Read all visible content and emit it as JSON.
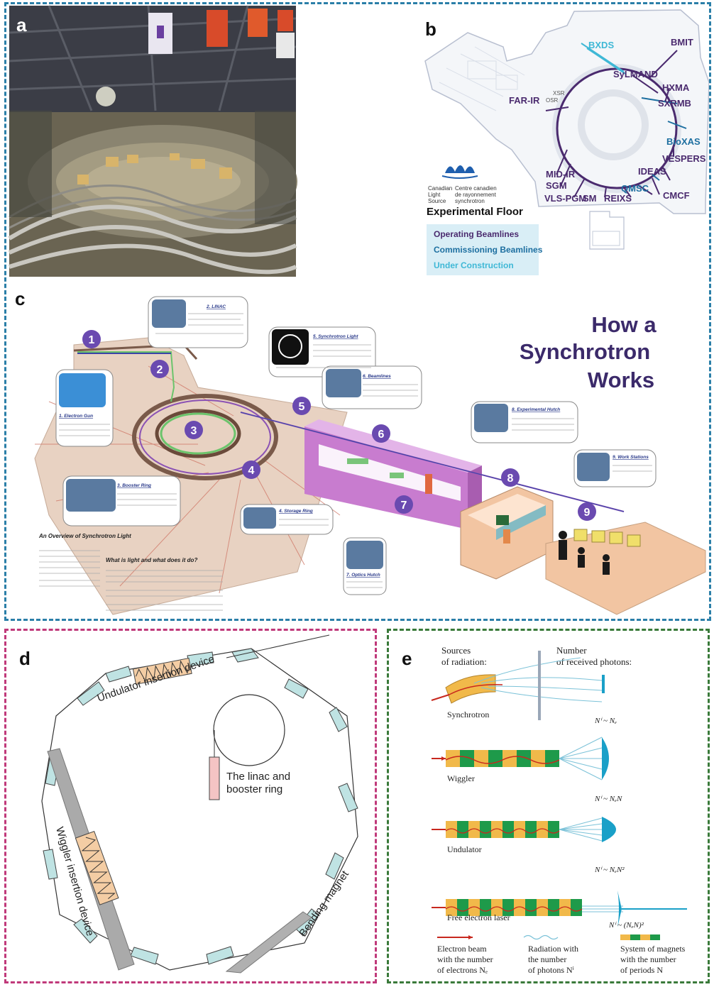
{
  "panels": {
    "a": "a",
    "b": "b",
    "c": "c",
    "d": "d",
    "e": "e"
  },
  "b": {
    "beamlines": [
      "BXDS",
      "BMIT",
      "SyLMAND",
      "HXMA",
      "SXRMB",
      "BioXAS",
      "VESPERS",
      "IDEAS",
      "CMCF",
      "QMSC",
      "REIXS",
      "SM",
      "VLS-PGM",
      "SGM",
      "MID-IR",
      "FAR-IR"
    ],
    "small_labels": [
      "XSR",
      "OSR"
    ],
    "logo_text_en": [
      "Canadian",
      "Light",
      "Source"
    ],
    "logo_text_fr": [
      "Centre canadien",
      "de rayonnement",
      "synchrotron"
    ],
    "floor_title": "Experimental Floor",
    "legend": [
      "Operating Beamlines",
      "Commissioning Beamlines",
      "Under Construction"
    ],
    "colors": {
      "operating": "#4a2a6e",
      "commissioning": "#1d6fa0",
      "construction": "#3fb8d6"
    }
  },
  "c": {
    "title_lines": [
      "How a",
      "Synchrotron",
      "Works"
    ],
    "steps": [
      "1",
      "2",
      "3",
      "4",
      "5",
      "6",
      "7",
      "8",
      "9"
    ],
    "callouts": [
      "2. LINAC",
      "5. Synchrotron Light",
      "6. Beamlines",
      "1. Electron Gun",
      "3. Booster Ring",
      "4. Storage Ring",
      "8. Experimental Hutch",
      "9. Work Stations",
      "7. Optics Hutch"
    ],
    "overview_title": "An Overview of Synchrotron Light",
    "question": "What is light and what does it do?"
  },
  "d": {
    "undulator": "Undulator insertion device",
    "linac": [
      "The linac and",
      "booster ring"
    ],
    "wiggler": "Wiggler insertion device",
    "bending": "Bending magnet"
  },
  "e": {
    "sources": [
      "Sources",
      "of radiation:"
    ],
    "number": [
      "Number",
      "of received photons:"
    ],
    "rows": [
      {
        "name": "Synchrotron",
        "formula": "Nⁱ ~ Nₑ"
      },
      {
        "name": "Wiggler",
        "formula": "Nⁱ ~ NₑN"
      },
      {
        "name": "Undulator",
        "formula": "Nⁱ ~ NₑN²"
      },
      {
        "name": "Free electron laser",
        "formula": "Nⁱ ~ (NₑN)²"
      }
    ],
    "legend": [
      {
        "lines": [
          "Electron beam",
          "with the number",
          "of electrons Nₑ"
        ]
      },
      {
        "lines": [
          "Radiation with",
          "the number",
          "of photons Nⁱ"
        ]
      },
      {
        "lines": [
          "System of magnets",
          "with the number",
          "of periods N"
        ]
      }
    ]
  }
}
